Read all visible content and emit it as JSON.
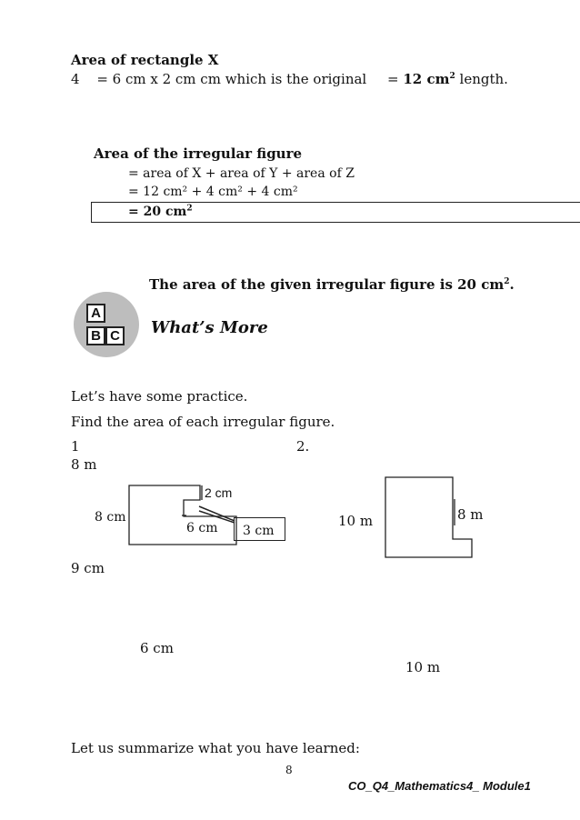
{
  "rect_x": {
    "heading": "Area of rectangle X",
    "line_num": "4",
    "line_expr": "= 6 cm x 2 cm cm which is the original",
    "line_eq": "=",
    "line_result_val": "12 cm",
    "line_result_exp": "2",
    "line_tail": "length."
  },
  "irregular": {
    "heading": "Area of the irregular figure",
    "step1": "= area of X + area of Y + area of Z",
    "step2": "= 12 cm² + 4 cm² + 4 cm²",
    "result_val": "= 20 cm",
    "result_exp": "2"
  },
  "conclusion": {
    "text": "The area of the given irregular figure is 20 cm",
    "exp": "2",
    "end": "."
  },
  "section": {
    "title": "What’s More",
    "icon_letters": [
      "A",
      "B",
      "C"
    ]
  },
  "practice": {
    "intro": "Let’s have some practice.",
    "instruction": "Find the area of each irregular figure.",
    "item1_num": "1",
    "item2_num": "2."
  },
  "figure1": {
    "label_8m_top": "8 m",
    "label_2cm": "2 cm",
    "label_8cm": "8 cm",
    "label_6cm_inner": "6 cm",
    "label_3cm": "3 cm",
    "label_9cm": "9 cm",
    "label_6cm_bottom": "6 cm"
  },
  "figure2": {
    "label_10m_left": "10 m",
    "label_8m_right": "8 m",
    "label_10m_bottom": "10 m"
  },
  "summary_prompt": "Let us summarize what you have learned:",
  "footer": {
    "page_number": "8",
    "module_code": "CO_Q4_Mathematics4_ Module1"
  }
}
